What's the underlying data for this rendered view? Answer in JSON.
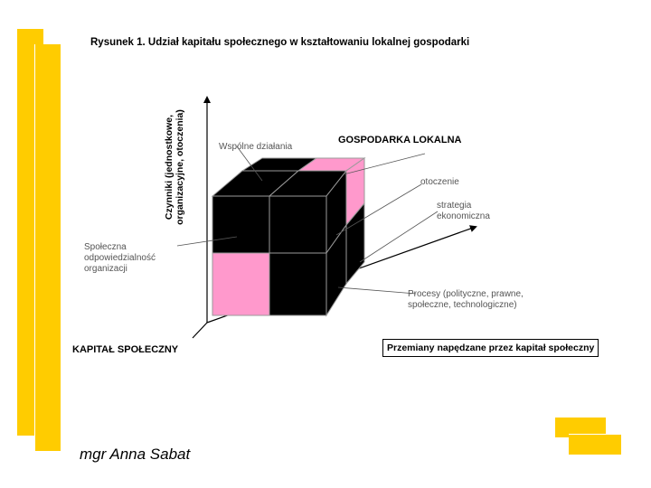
{
  "title": "Rysunek 1. Udział kapitału społecznego w kształtowaniu lokalnej gospodarki",
  "axes": {
    "vertical_label": "Czynniki (jednostkowe, organizacyjne, otoczenia)",
    "depth_label": "KAPITAŁ SPOŁECZNY",
    "horizontal_label": "Przemiany napędzane przez kapitał społeczny"
  },
  "labels": {
    "wspolne": "Wspólne działania",
    "gospodarka": "GOSPODARKA LOKALNA",
    "otoczenie": "otoczenie",
    "strategia": "strategia ekonomiczna",
    "spoleczna": "Społeczna odpowiedzialność organizacji",
    "procesy": "Procesy (polityczne, prawne, społeczne, technologiczne)"
  },
  "author": "mgr Anna Sabat",
  "colors": {
    "accent": "#ffcc00",
    "pink": "#ff99cc",
    "cube": "#000000",
    "edge": "#9a9a9a"
  }
}
